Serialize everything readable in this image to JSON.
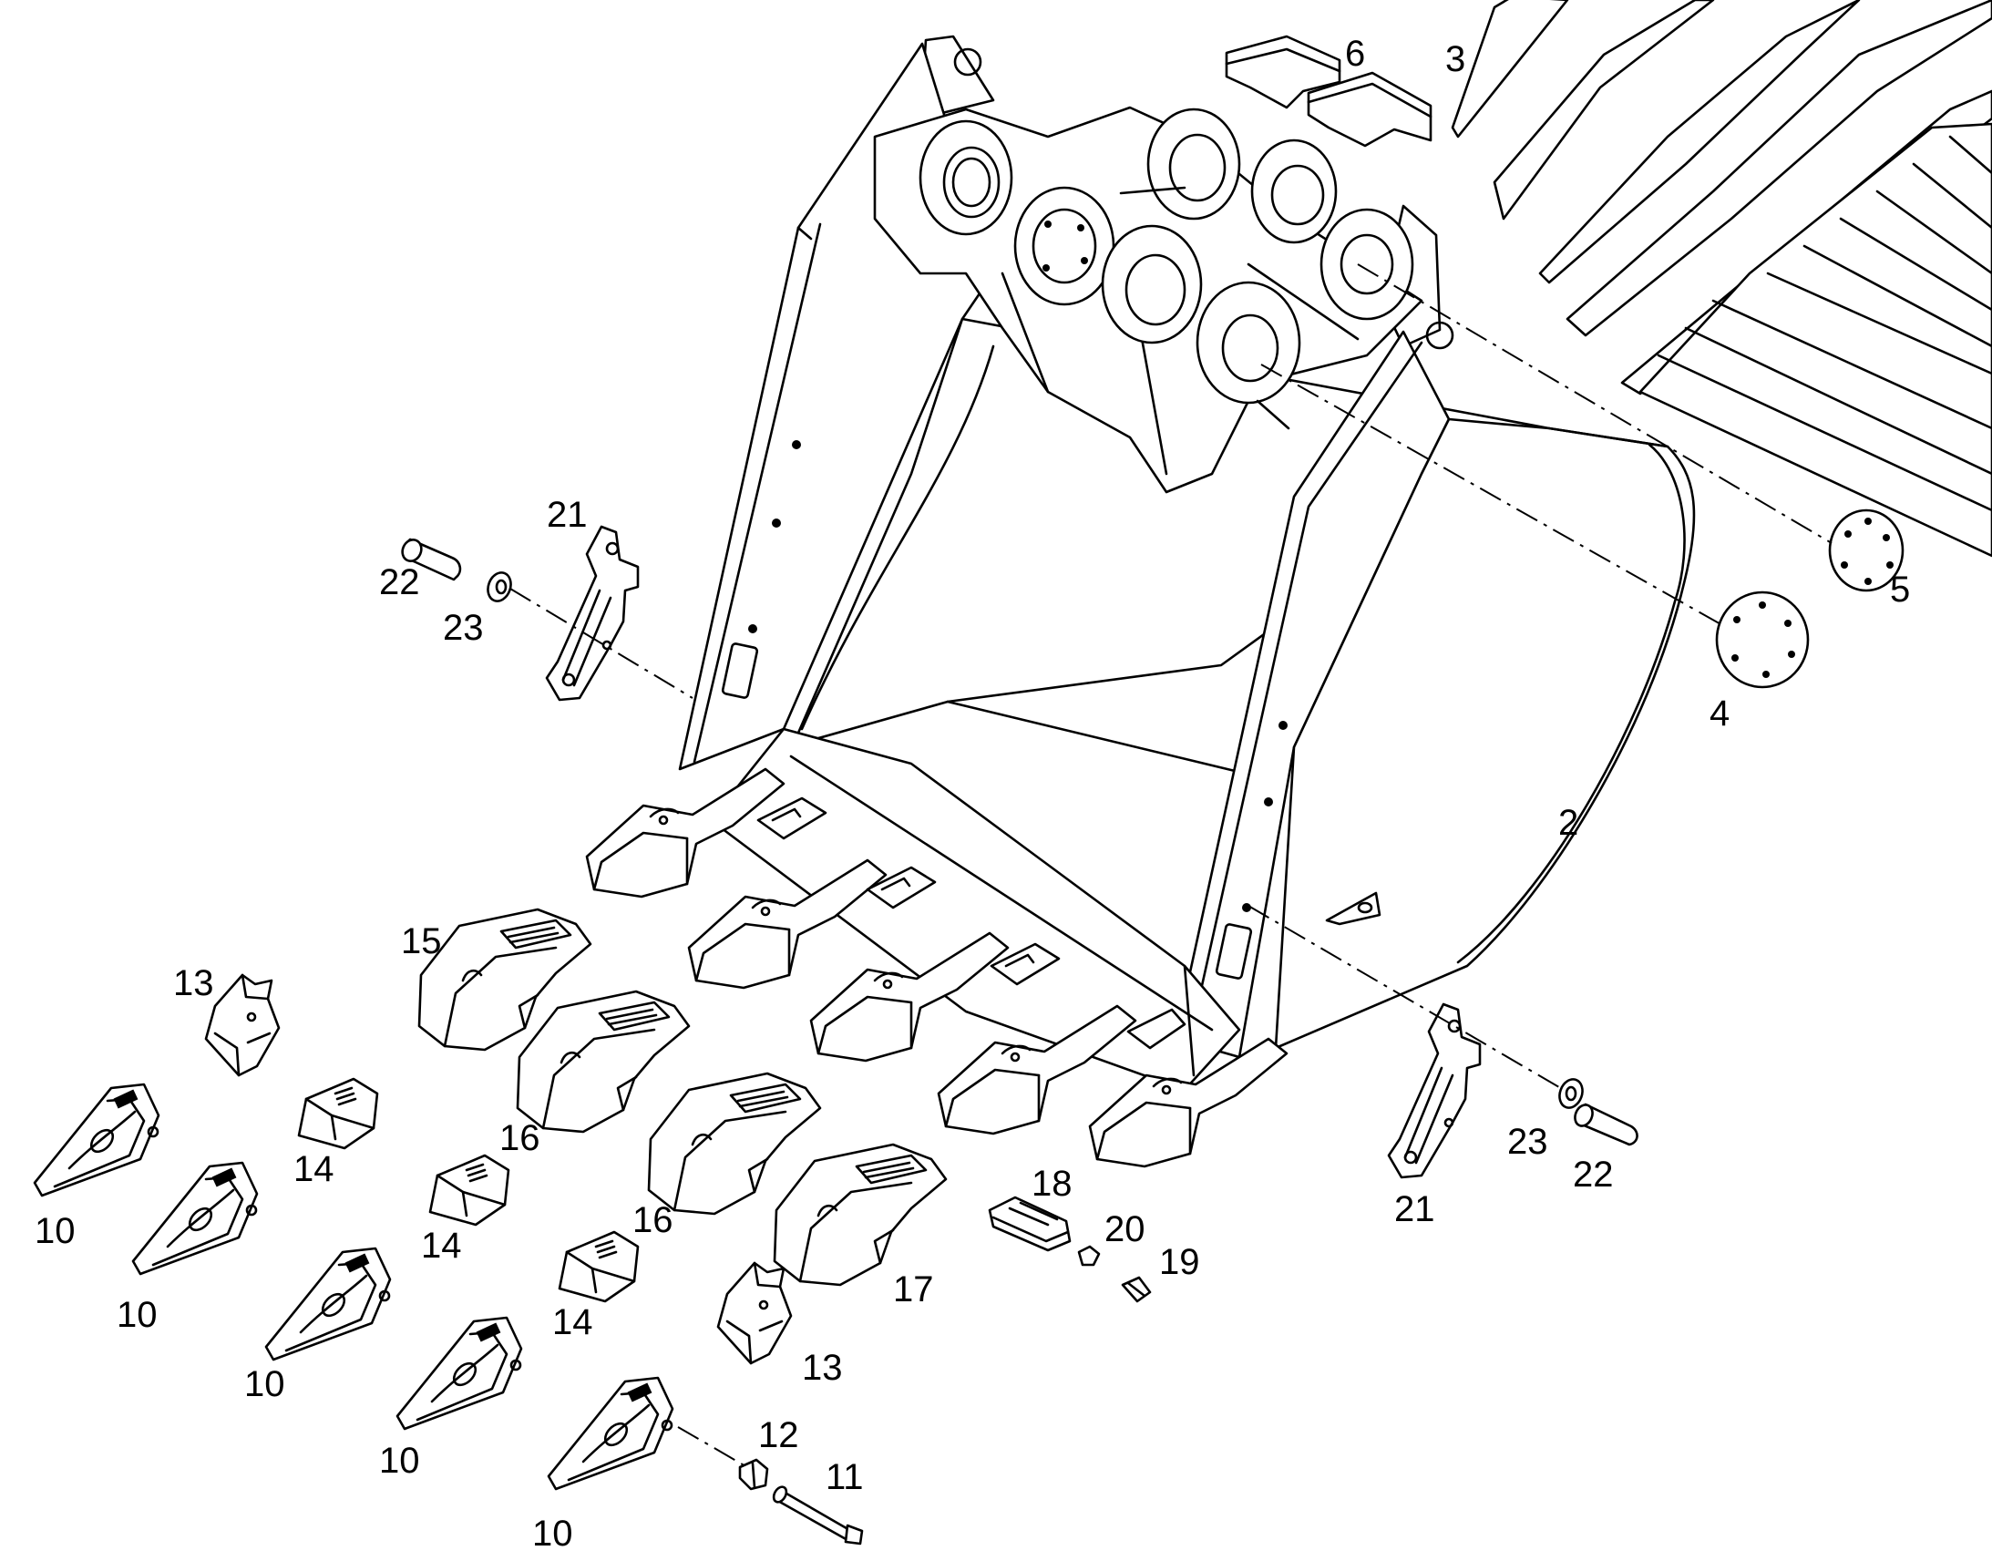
{
  "diagram": {
    "callouts": [
      {
        "id": "c2",
        "label": "2"
      },
      {
        "id": "c3",
        "label": "3"
      },
      {
        "id": "c4",
        "label": "4"
      },
      {
        "id": "c5",
        "label": "5"
      },
      {
        "id": "c6",
        "label": "6"
      },
      {
        "id": "c10a",
        "label": "10"
      },
      {
        "id": "c10b",
        "label": "10"
      },
      {
        "id": "c10c",
        "label": "10"
      },
      {
        "id": "c10d",
        "label": "10"
      },
      {
        "id": "c10e",
        "label": "10"
      },
      {
        "id": "c11",
        "label": "11"
      },
      {
        "id": "c12",
        "label": "12"
      },
      {
        "id": "c13a",
        "label": "13"
      },
      {
        "id": "c13b",
        "label": "13"
      },
      {
        "id": "c14a",
        "label": "14"
      },
      {
        "id": "c14b",
        "label": "14"
      },
      {
        "id": "c14c",
        "label": "14"
      },
      {
        "id": "c15",
        "label": "15"
      },
      {
        "id": "c16a",
        "label": "16"
      },
      {
        "id": "c16b",
        "label": "16"
      },
      {
        "id": "c17",
        "label": "17"
      },
      {
        "id": "c18",
        "label": "18"
      },
      {
        "id": "c19",
        "label": "19"
      },
      {
        "id": "c20",
        "label": "20"
      },
      {
        "id": "c21a",
        "label": "21"
      },
      {
        "id": "c21b",
        "label": "21"
      },
      {
        "id": "c22a",
        "label": "22"
      },
      {
        "id": "c22b",
        "label": "22"
      },
      {
        "id": "c23a",
        "label": "23"
      },
      {
        "id": "c23b",
        "label": "23"
      }
    ]
  }
}
